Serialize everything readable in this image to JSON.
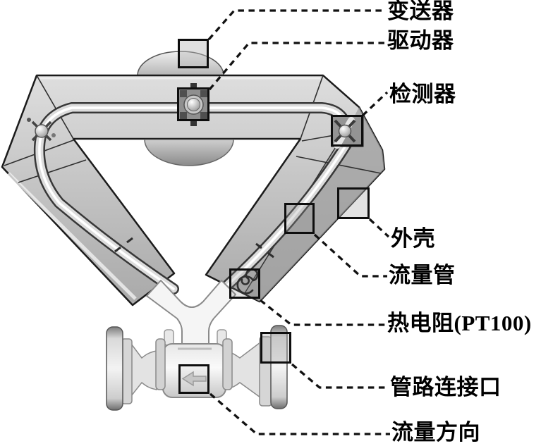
{
  "figure": {
    "background": "#ffffff",
    "kind": "labeled-component-diagram"
  },
  "labels": {
    "transmitter": "变送器",
    "driver": "驱动器",
    "detector": "检测器",
    "housing": "外壳",
    "flow_tube": "流量管",
    "rtd": "热电阻(PT100)",
    "pipe_connection": "管路连接口",
    "flow_direction": "流量方向"
  },
  "colors": {
    "label_text": "#000000",
    "leader_line": "#111111",
    "callout_border": "#0e0e0e",
    "housing_gray": "#c3c3c3",
    "tube_highlight": "#ffffff"
  }
}
